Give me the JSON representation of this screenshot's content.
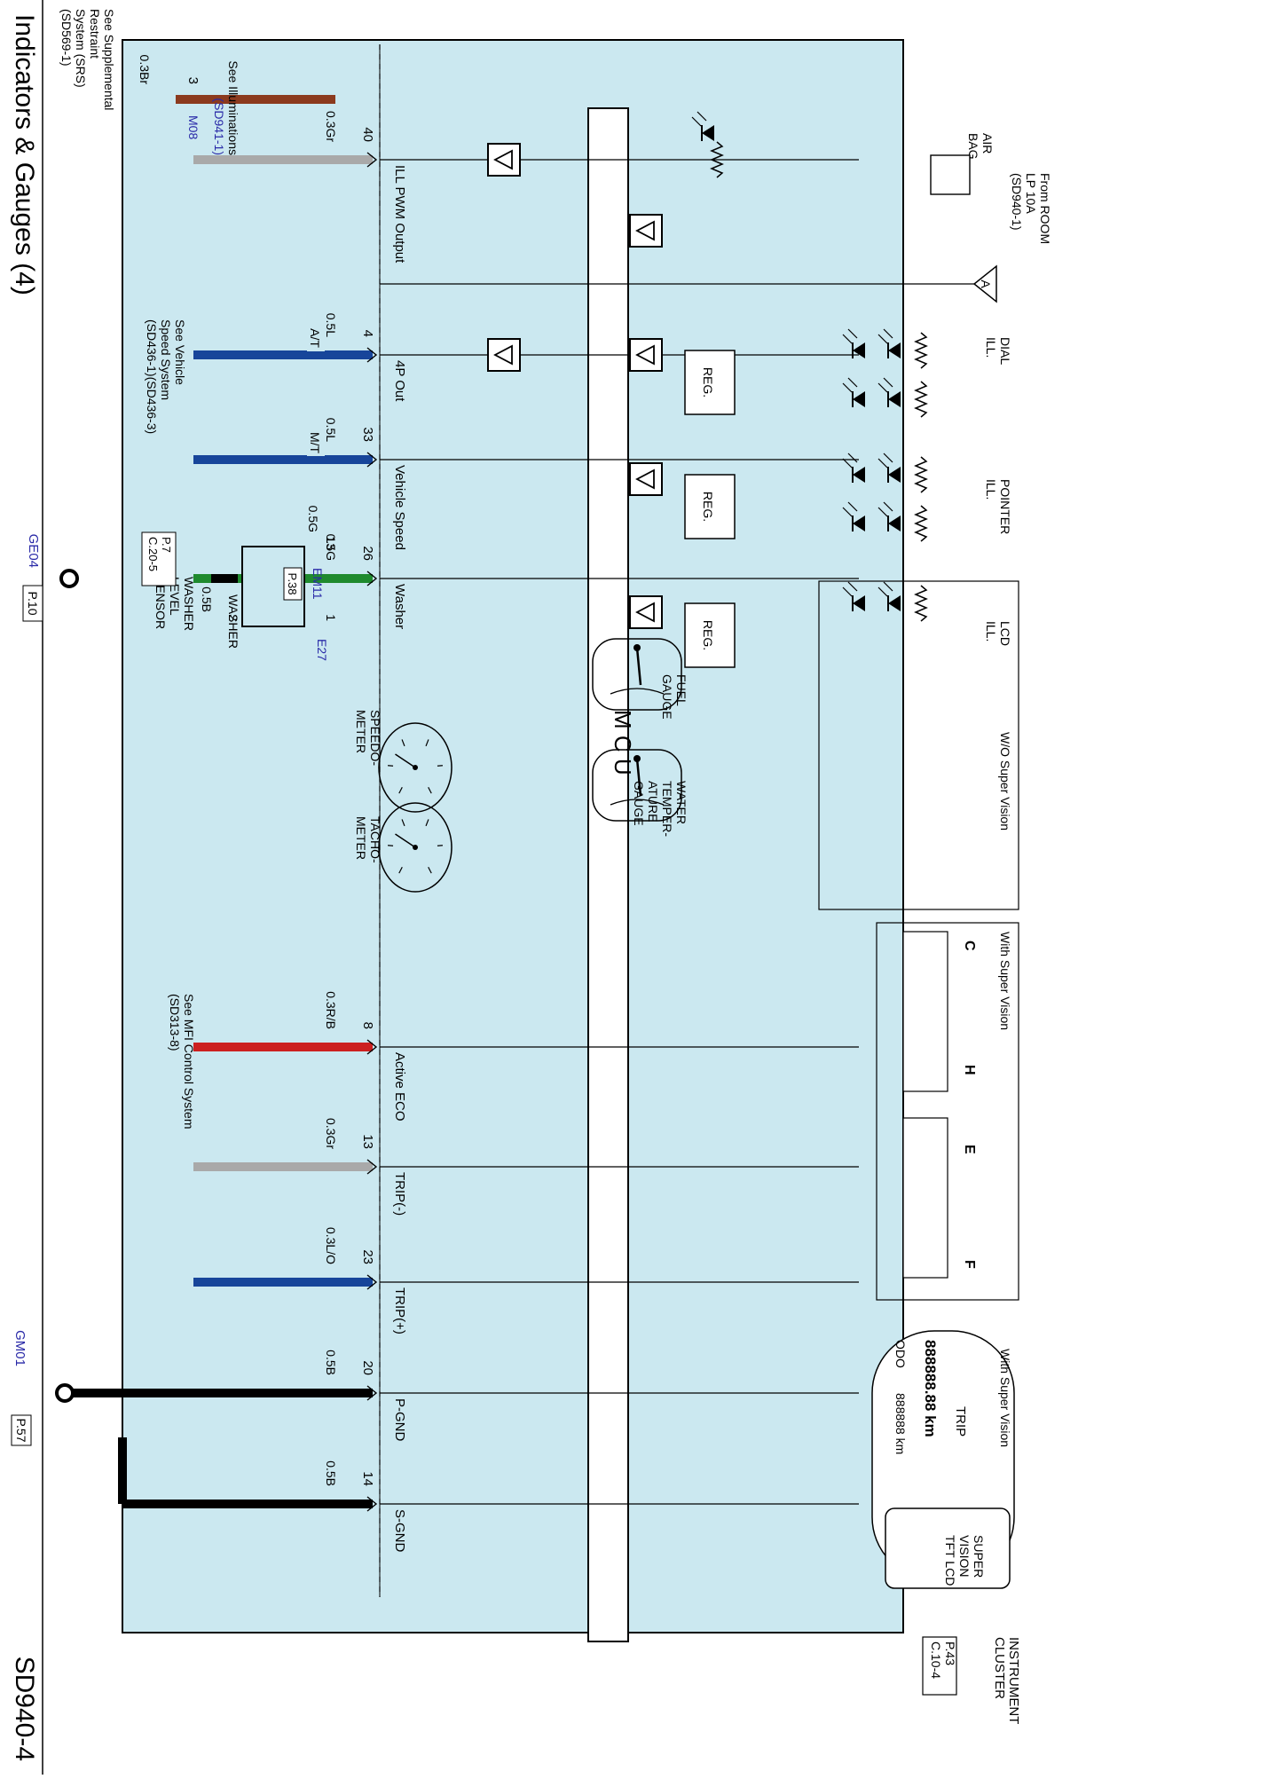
{
  "header": {
    "title": "Indicators & Gauges (4)",
    "page_code": "SD940-4"
  },
  "cluster": {
    "name_lines": [
      "INSTRUMENT",
      "CLUSTER"
    ],
    "ref_lines": [
      "P.43",
      "C.10-4"
    ],
    "connector": "M08",
    "mcu_label": "M C U",
    "fill_color": "#cbe8f0"
  },
  "pins": [
    {
      "pin": "3",
      "wire": "0.3Br",
      "color": "#8b3a1e",
      "name": "",
      "side": "top"
    },
    {
      "pin": "40",
      "wire": "0.3Gr",
      "color": "#a9a9a9",
      "name": "ILL PWM Output"
    },
    {
      "pin": "4",
      "wire": "0.5L",
      "color": "#17459a",
      "name": "4P Out",
      "tag": "A/T"
    },
    {
      "pin": "33",
      "wire": "0.5L",
      "color": "#17459a",
      "name": "Vehicle Speed",
      "tag": "M/T"
    },
    {
      "pin": "26",
      "wire": "0.5G",
      "color": "#1f8a2e",
      "name": "Washer"
    },
    {
      "pin": "8",
      "wire": "0.3R/B",
      "color": "#cc2020",
      "name": "Active ECO"
    },
    {
      "pin": "13",
      "wire": "0.3Gr",
      "color": "#a9a9a9",
      "name": "TRIP(-)"
    },
    {
      "pin": "23",
      "wire": "0.3L/O",
      "color": "#17459a",
      "name": "TRIP(+)"
    },
    {
      "pin": "20",
      "wire": "0.5B",
      "color": "#000000",
      "name": "P-GND"
    },
    {
      "pin": "14",
      "wire": "0.5B",
      "color": "#000000",
      "name": "S-GND"
    }
  ],
  "references": {
    "srs": [
      "See Supplemental",
      "Restraint",
      "System (SRS)",
      "(SD569-1)"
    ],
    "illum": [
      "See Illuminations",
      "(SD941-1)"
    ],
    "speed": [
      "See Vehicle",
      "Speed System",
      "(SD436-1)(SD436-3)"
    ],
    "mfi": [
      "See MFI Control System",
      "(SD313-8)"
    ],
    "from_room": [
      "From ROOM",
      "LP 10A",
      "(SD940-1)"
    ]
  },
  "internal": {
    "airbag": [
      "AIR",
      "BAG"
    ],
    "reg": "REG.",
    "fuse_tag": "A",
    "dial_ill": [
      "DIAL",
      "ILL."
    ],
    "pointer_ill": [
      "POINTER",
      "ILL."
    ],
    "lcd_ill": [
      "LCD",
      "ILL."
    ],
    "speedometer": [
      "SPEEDO-",
      "METER"
    ],
    "tachometer": [
      "TACHO-",
      "METER"
    ],
    "fuel_gauge": [
      "FUEL",
      "GAUGE"
    ],
    "water_gauge": [
      "WATER",
      "TEMPER-",
      "ATURE",
      "GAUGE"
    ],
    "wo_super": "W/O Super Vision",
    "with_super": "With Super Vision",
    "temp_c": "C",
    "temp_h": "H",
    "fuel_e": "E",
    "fuel_f": "F",
    "trip_label": "TRIP",
    "trip_value": "888888.88 km",
    "odo_label": "ODO",
    "odo_value": "888888 km",
    "supervision": [
      "SUPER",
      "VISION",
      "TFT LCD"
    ]
  },
  "washer": {
    "sensor_name": [
      "WASHER",
      "LEVEL",
      "SENSOR"
    ],
    "sensor_ref": [
      "P.7",
      "C.20-5"
    ],
    "connector": "E27",
    "pin1": "1",
    "pin2": "2",
    "pin2_wire": "0.5B",
    "em_connector": "EM11",
    "em_pin": "13",
    "em_ref": "P.38",
    "em_wire": "0.5G",
    "ground": "GE04",
    "ground_ref": "P.10"
  },
  "ground_main": {
    "name": "GM01",
    "ref": "P.57"
  }
}
